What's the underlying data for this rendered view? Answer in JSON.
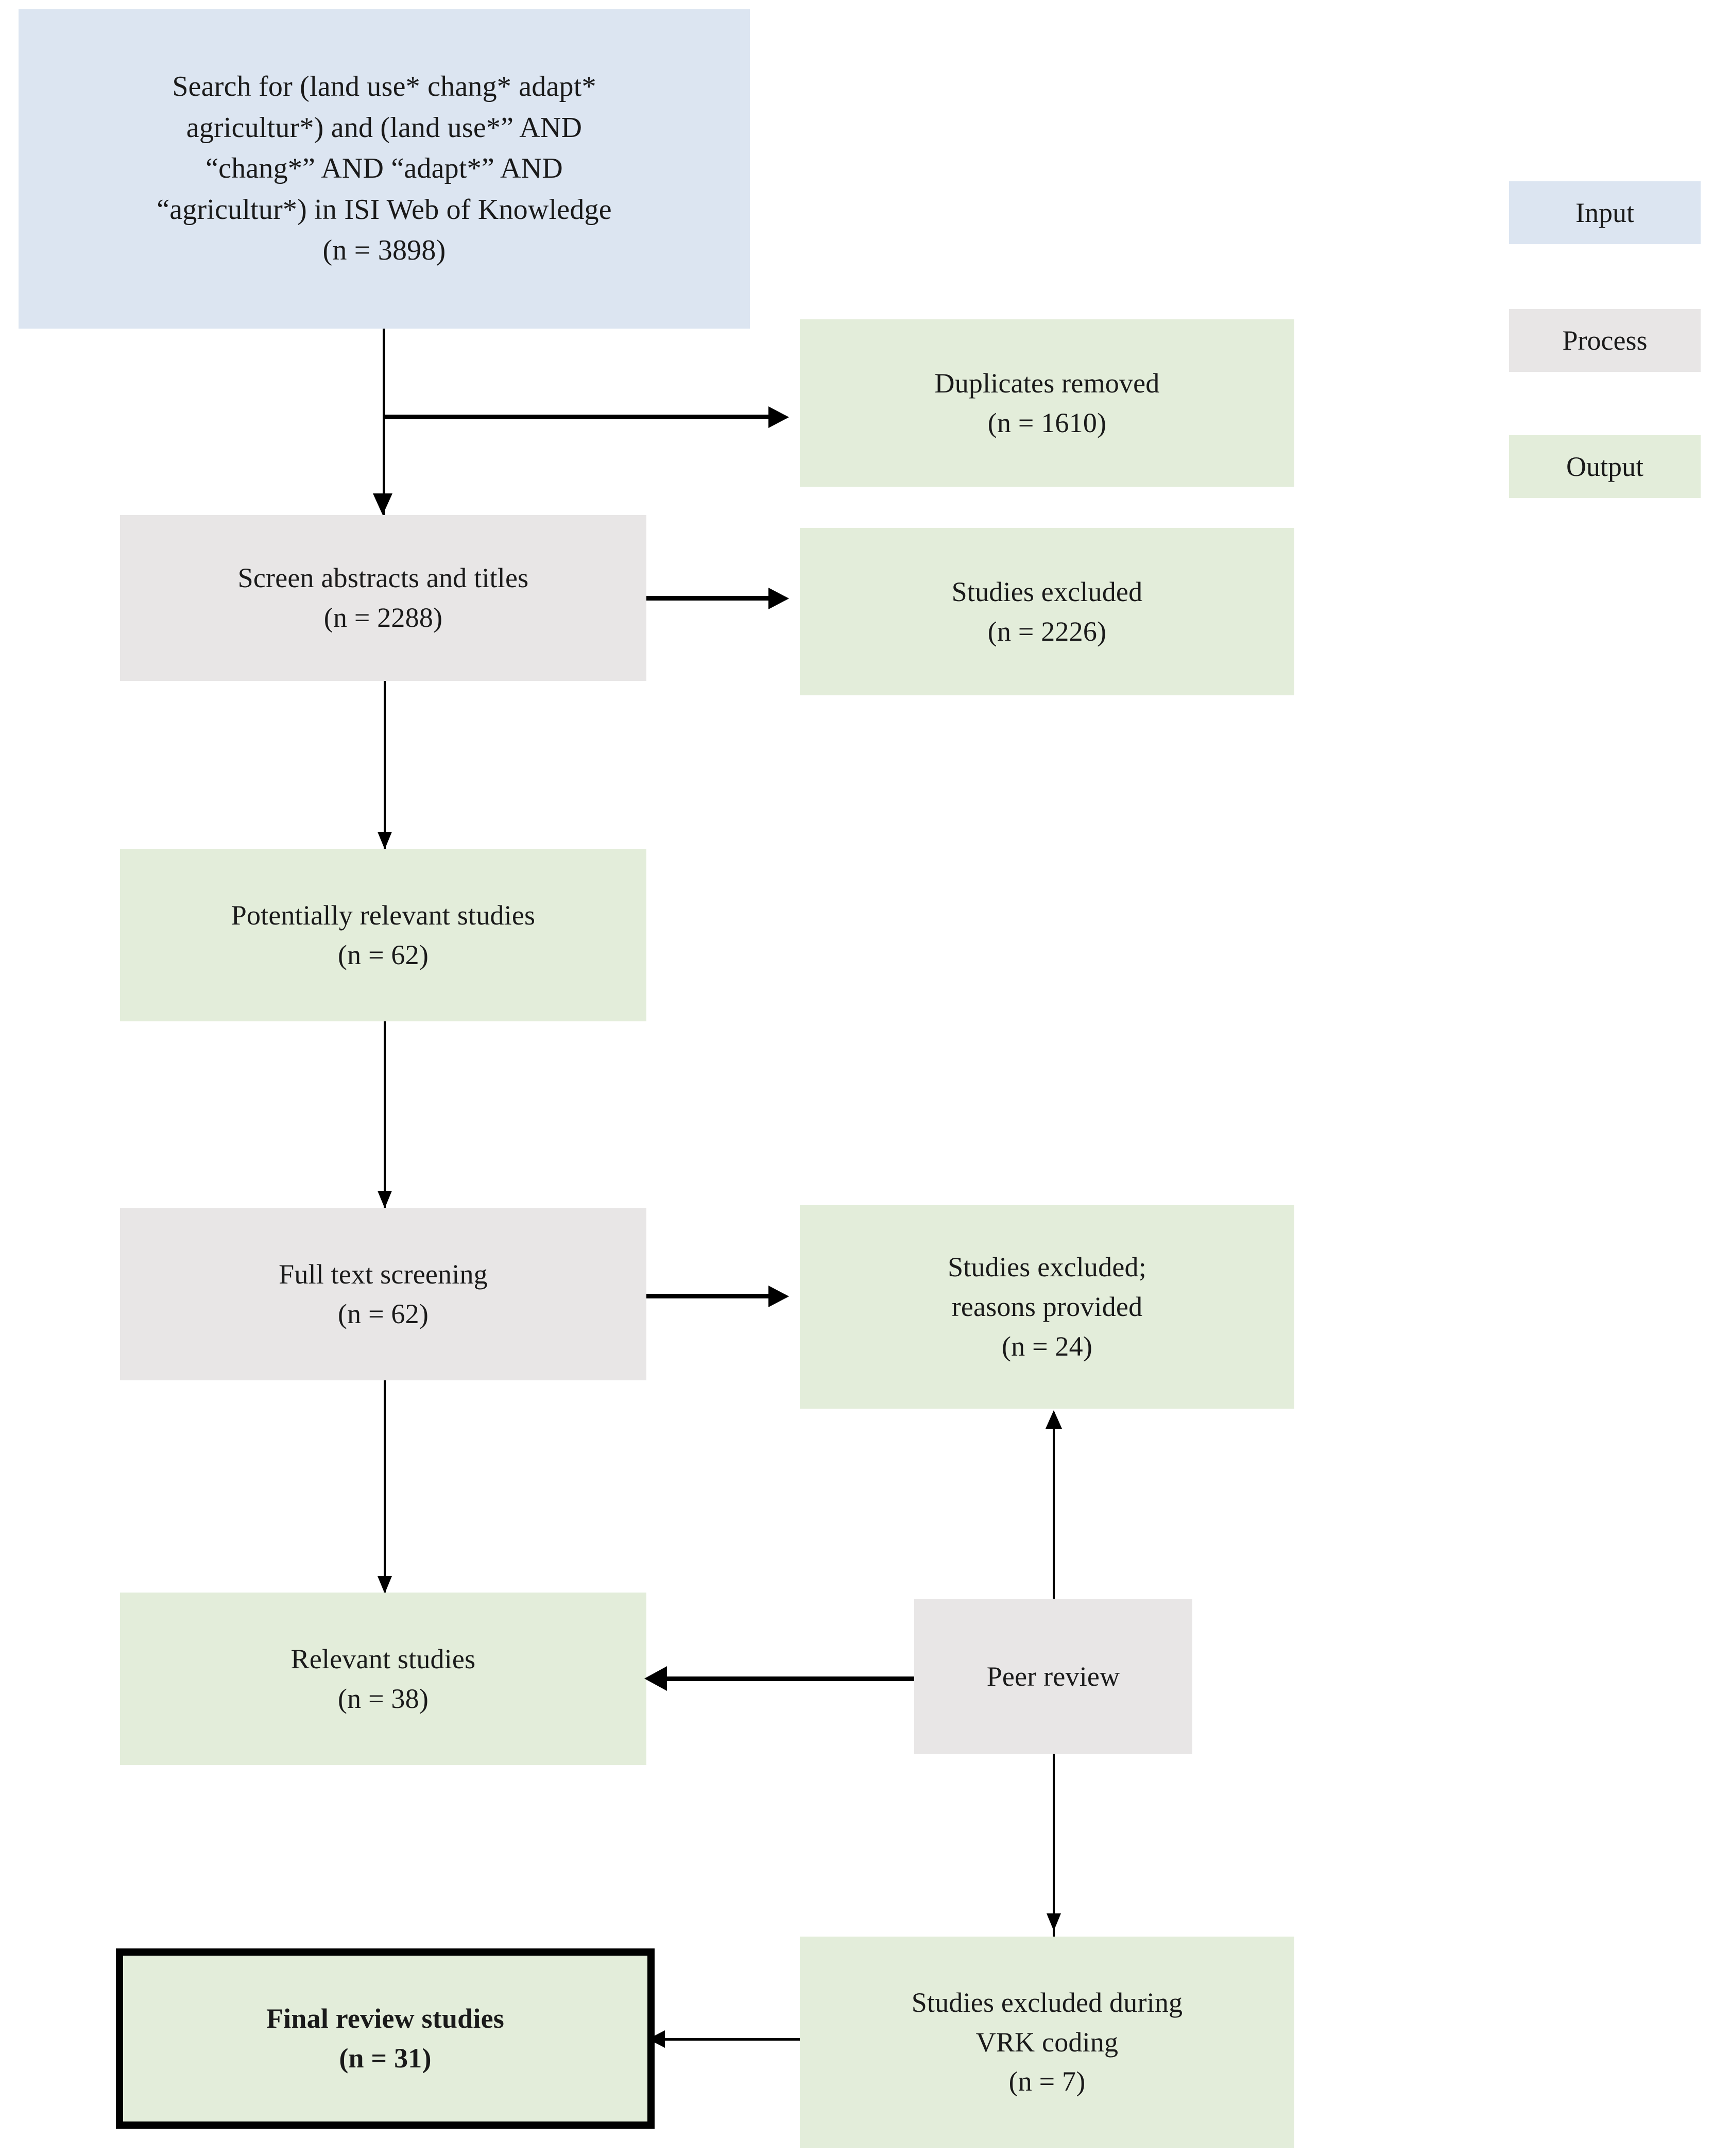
{
  "diagram": {
    "type": "flowchart",
    "title": "PRISMA-style systematic literature review flow diagram",
    "colors": {
      "input_fill": "#dce5f1",
      "process_fill": "#e8e6e6",
      "output_fill": "#e3edda",
      "stroke": "#000000",
      "page_background": "#ffffff"
    },
    "nodes": [
      {
        "id": "search",
        "category": "Input",
        "lines": [
          "Search for (land use* chang* adapt*",
          "agricultur*) and (land use*” AND",
          "“chang*” AND “adapt*” AND",
          "“agricultur*) in ISI Web of Knowledge",
          "(n = 3898)"
        ]
      },
      {
        "id": "duplicates",
        "category": "Output",
        "lines": [
          "Duplicates removed",
          "(n = 1610)"
        ]
      },
      {
        "id": "screen-abstracts",
        "category": "Process",
        "lines": [
          "Screen abstracts and titles",
          "(n = 2288)"
        ]
      },
      {
        "id": "studies-excluded-1",
        "category": "Output",
        "lines": [
          "Studies excluded",
          "(n = 2226)"
        ]
      },
      {
        "id": "potentially-relevant",
        "category": "Output",
        "lines": [
          "Potentially relevant studies",
          "(n = 62)"
        ]
      },
      {
        "id": "full-text-screening",
        "category": "Process",
        "lines": [
          "Full text screening",
          "(n = 62)"
        ]
      },
      {
        "id": "studies-excluded-reasons",
        "category": "Output",
        "lines": [
          "Studies excluded;",
          "reasons provided",
          "(n = 24)"
        ]
      },
      {
        "id": "relevant-studies",
        "category": "Output",
        "lines": [
          "Relevant studies",
          "(n = 38)"
        ]
      },
      {
        "id": "peer-review",
        "category": "Process",
        "lines": [
          "Peer review"
        ]
      },
      {
        "id": "final-review-studies",
        "category": "Output",
        "emphasis": "bold-thick-border",
        "lines": [
          "Final review studies",
          "(n = 31)"
        ]
      },
      {
        "id": "vrk-excluded",
        "category": "Output",
        "lines": [
          "Studies excluded during",
          "VRK coding",
          "(n = 7)"
        ]
      }
    ],
    "legend": [
      {
        "id": "input",
        "label": "Input"
      },
      {
        "id": "process",
        "label": "Process"
      },
      {
        "id": "output",
        "label": "Output"
      }
    ],
    "edges": [
      {
        "from": "search",
        "to": "duplicates",
        "direction": "right"
      },
      {
        "from": "search",
        "to": "screen-abstracts",
        "direction": "down"
      },
      {
        "from": "screen-abstracts",
        "to": "studies-excluded-1",
        "direction": "right"
      },
      {
        "from": "screen-abstracts",
        "to": "potentially-relevant",
        "direction": "down"
      },
      {
        "from": "potentially-relevant",
        "to": "full-text-screening",
        "direction": "down"
      },
      {
        "from": "full-text-screening",
        "to": "studies-excluded-reasons",
        "direction": "right"
      },
      {
        "from": "full-text-screening",
        "to": "relevant-studies",
        "direction": "down"
      },
      {
        "from": "peer-review",
        "to": "studies-excluded-reasons",
        "direction": "up"
      },
      {
        "from": "peer-review",
        "to": "relevant-studies",
        "direction": "left"
      },
      {
        "from": "peer-review",
        "to": "vrk-excluded",
        "direction": "down"
      },
      {
        "from": "vrk-excluded",
        "to": "final-review-studies",
        "direction": "left"
      }
    ]
  }
}
